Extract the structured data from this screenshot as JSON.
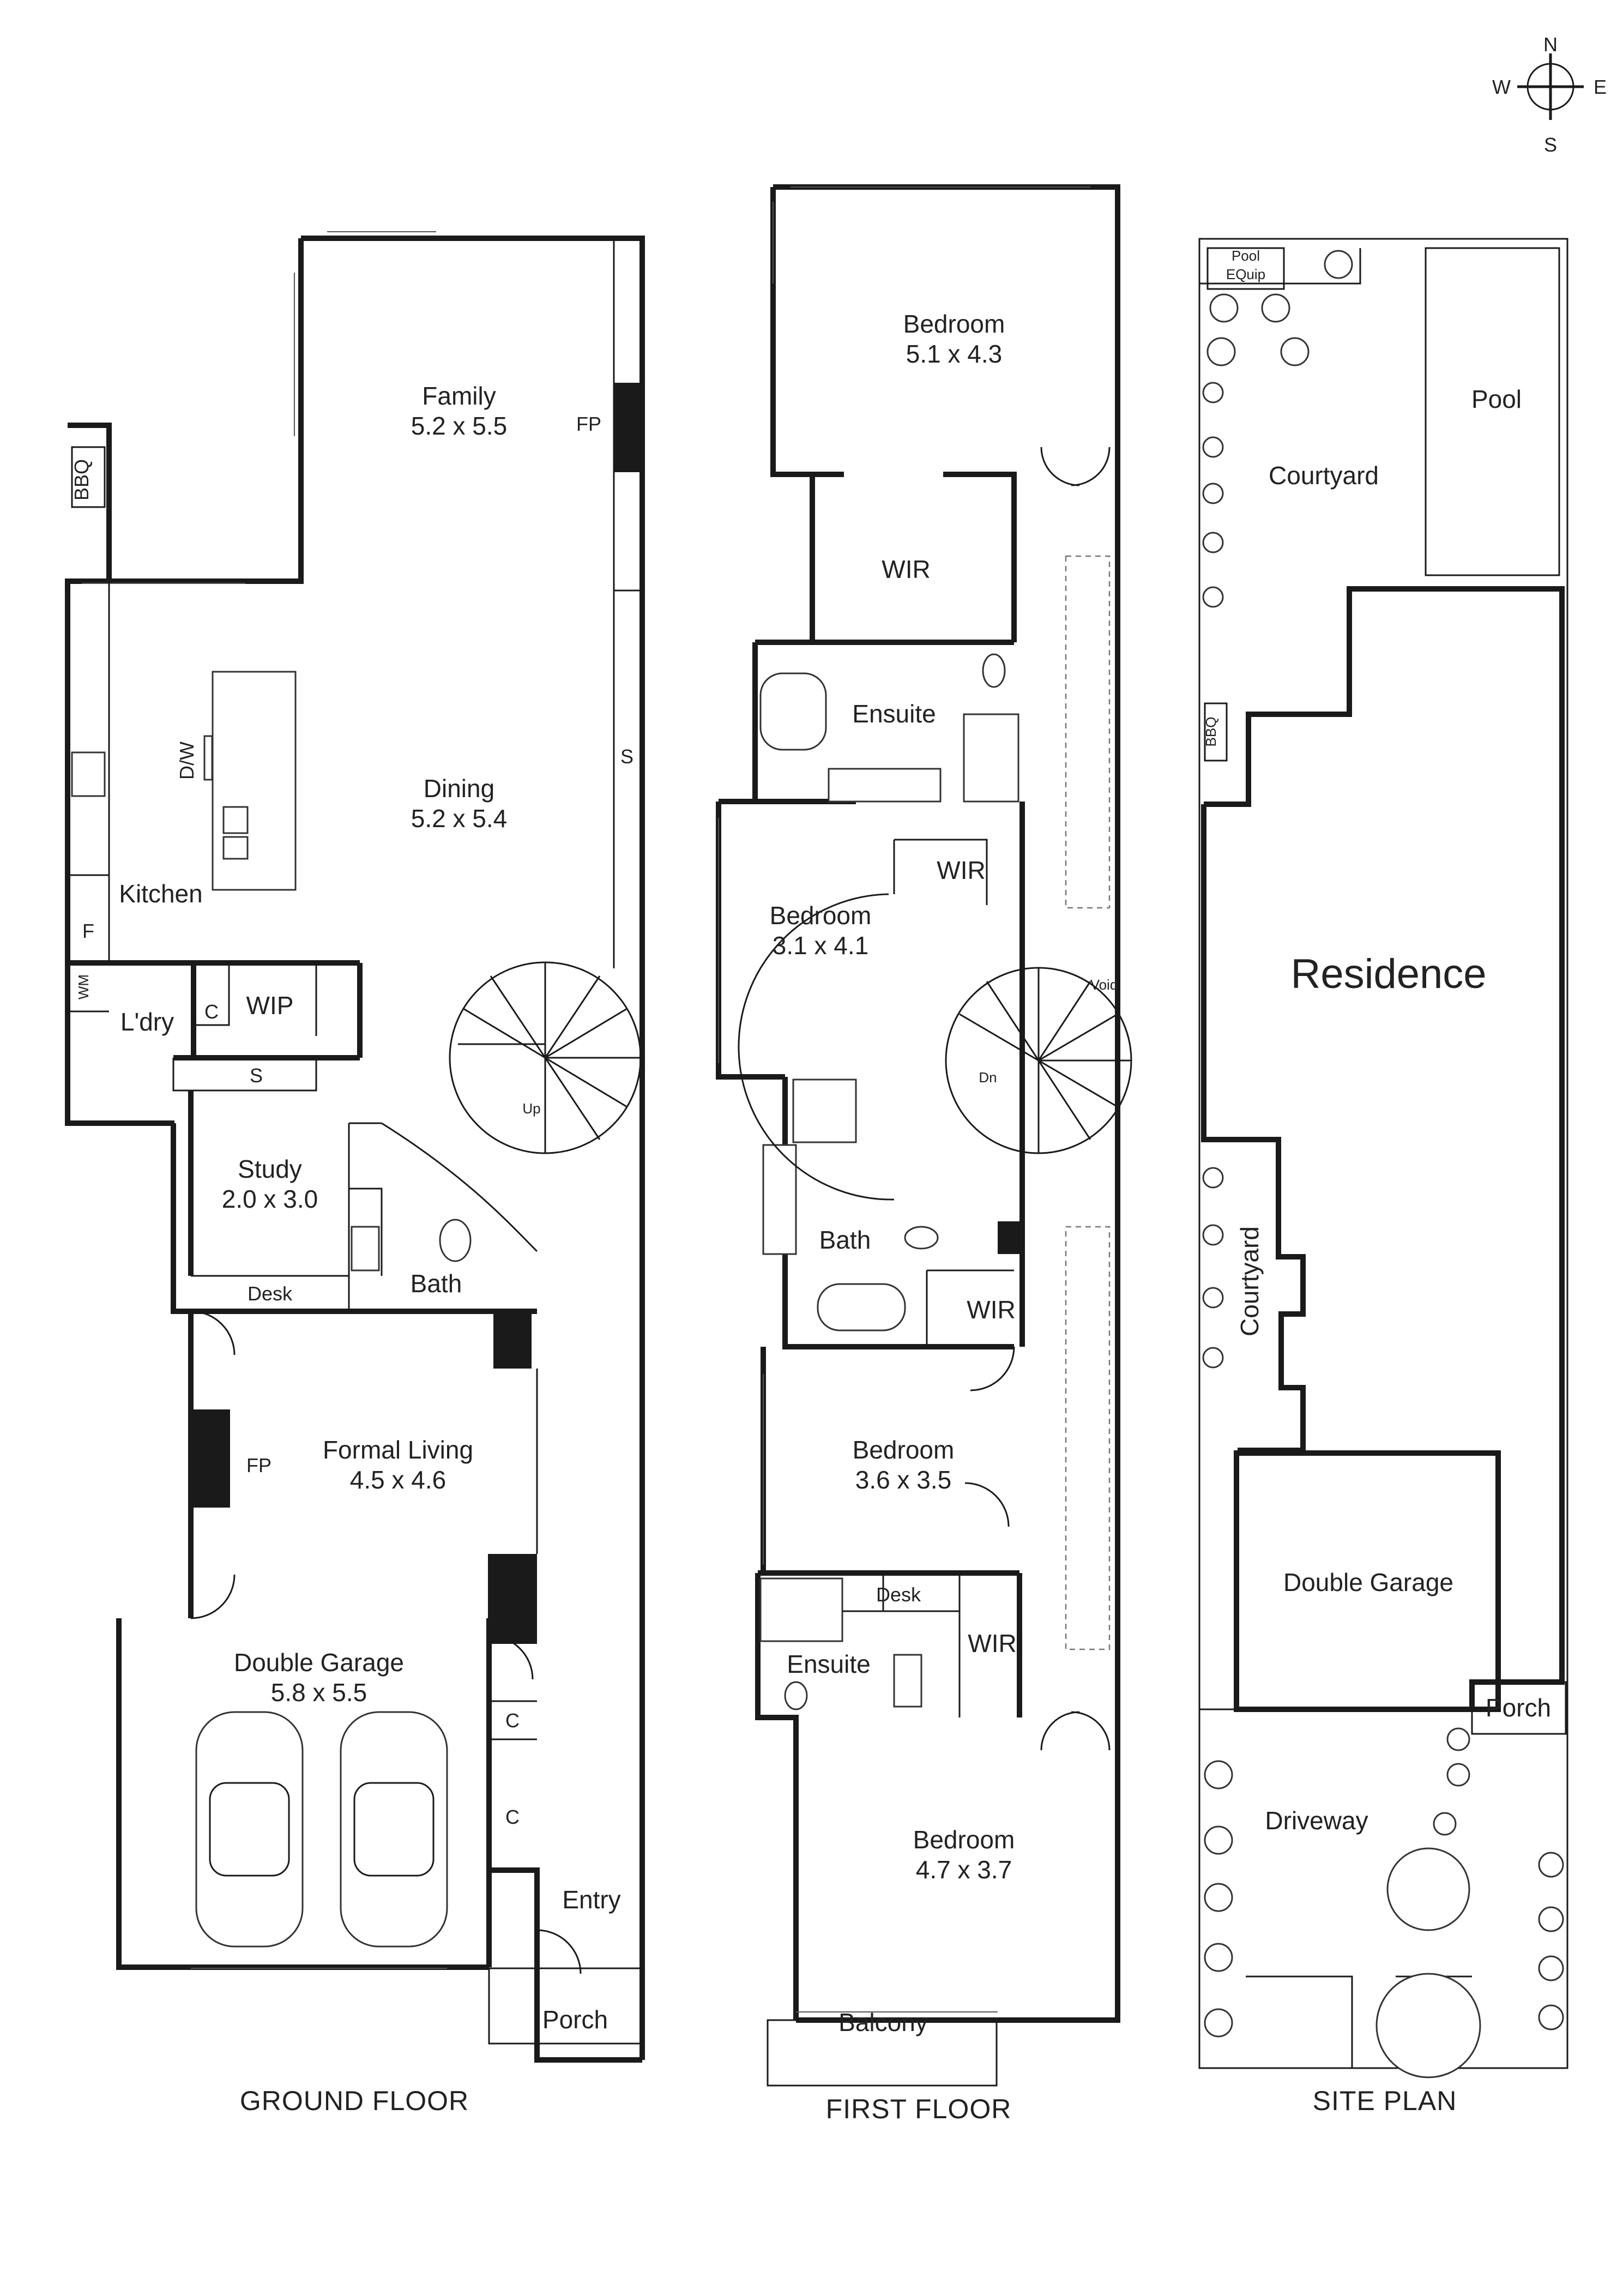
{
  "compass": {
    "n": "N",
    "s": "S",
    "e": "E",
    "w": "W"
  },
  "ground_floor": {
    "caption": "GROUND FLOOR",
    "rooms": {
      "family": {
        "name": "Family",
        "dims": "5.2 x 5.5"
      },
      "dining": {
        "name": "Dining",
        "dims": "5.2 x 5.4"
      },
      "kitchen": {
        "name": "Kitchen"
      },
      "laundry": {
        "name": "L'dry"
      },
      "wip": {
        "name": "WIP"
      },
      "study": {
        "name": "Study",
        "dims": "2.0 x 3.0"
      },
      "bath": {
        "name": "Bath"
      },
      "formal_living": {
        "name": "Formal Living",
        "dims": "4.5 x 4.6"
      },
      "double_garage": {
        "name": "Double Garage",
        "dims": "5.8 x 5.5"
      },
      "entry": {
        "name": "Entry"
      },
      "porch": {
        "name": "Porch"
      }
    },
    "labels": {
      "bbq": "BBQ",
      "fp_family": "FP",
      "fp_living": "FP",
      "dw": "D/W",
      "fridge": "F",
      "wm": "WM",
      "cupboard_laundry": "C",
      "storage_hall": "S",
      "storage_dining": "S",
      "desk": "Desk",
      "stair_up": "Up",
      "garage_c1": "C",
      "garage_c2": "C"
    }
  },
  "first_floor": {
    "caption": "FIRST FLOOR",
    "rooms": {
      "bedroom_main": {
        "name": "Bedroom",
        "dims": "5.1 x 4.3"
      },
      "wir_main": {
        "name": "WIR"
      },
      "ensuite_main": {
        "name": "Ensuite"
      },
      "bedroom_2": {
        "name": "Bedroom",
        "dims": "3.1 x 4.1"
      },
      "wir_2": {
        "name": "WIR"
      },
      "bath": {
        "name": "Bath"
      },
      "wir_3": {
        "name": "WIR"
      },
      "bedroom_3": {
        "name": "Bedroom",
        "dims": "3.6 x 3.5"
      },
      "desk": {
        "name": "Desk"
      },
      "ensuite_4": {
        "name": "Ensuite"
      },
      "wir_4": {
        "name": "WIR"
      },
      "bedroom_4": {
        "name": "Bedroom",
        "dims": "4.7 x 3.7"
      },
      "balcony": {
        "name": "Balcony"
      }
    },
    "labels": {
      "void": "Void",
      "stair_down": "Dn"
    }
  },
  "site_plan": {
    "caption": "SITE PLAN",
    "labels": {
      "pool_equip_1": "Pool",
      "pool_equip_2": "EQuip",
      "pool": "Pool",
      "courtyard_top": "Courtyard",
      "bbq": "BBQ",
      "residence": "Residence",
      "courtyard_side": "Courtyard",
      "double_garage": "Double Garage",
      "porch": "Porch",
      "driveway": "Driveway"
    }
  }
}
